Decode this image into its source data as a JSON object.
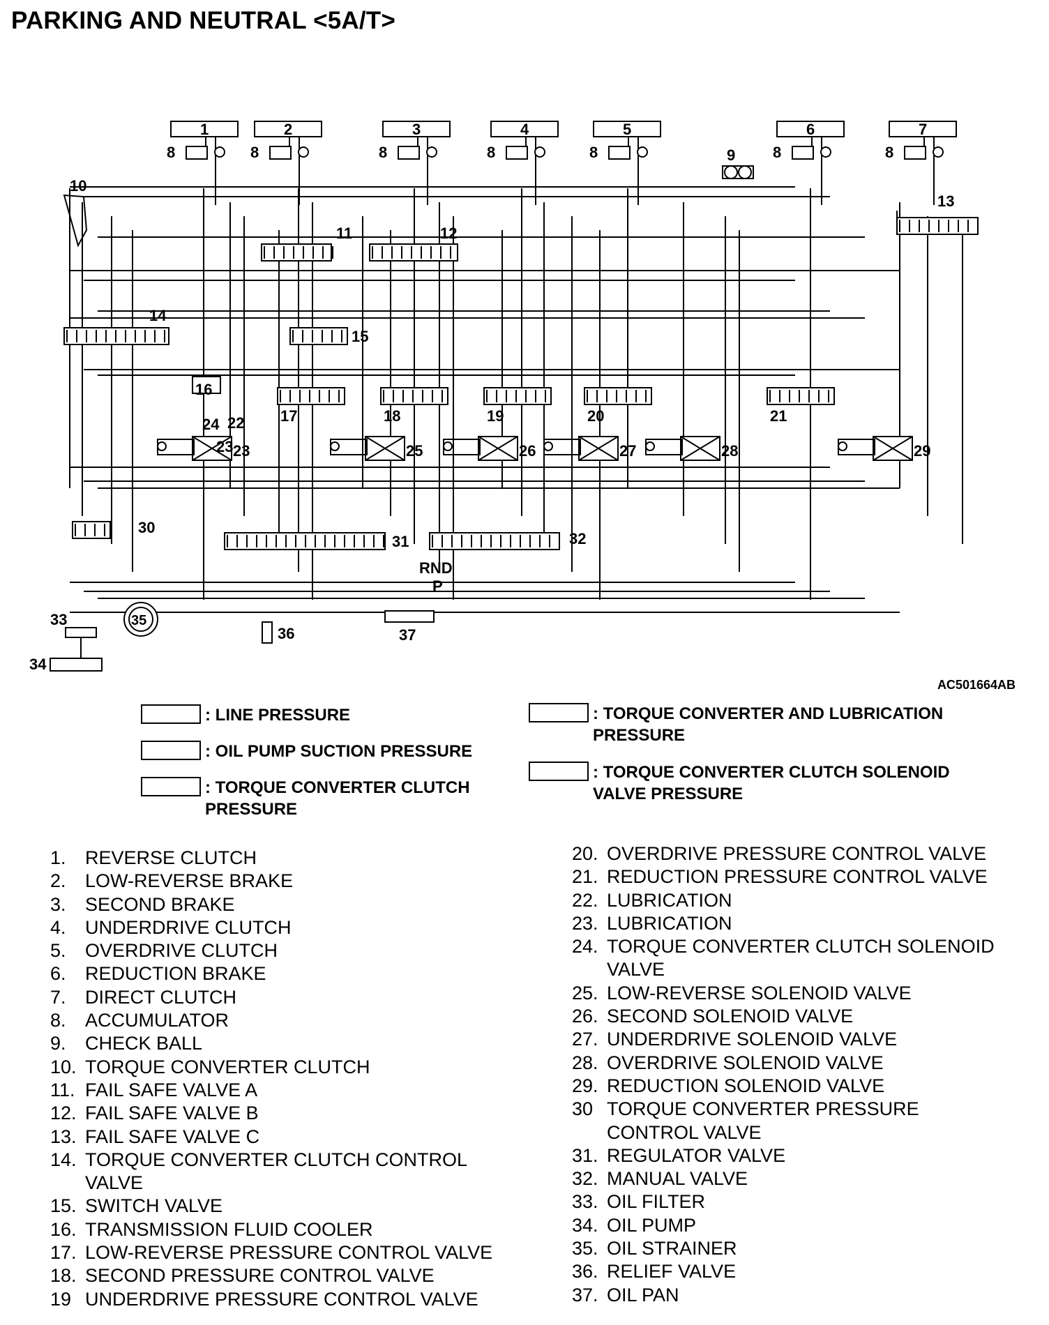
{
  "title": "PARKING AND NEUTRAL <5A/T>",
  "figure_code": "AC501664AB",
  "diagram": {
    "component_numbers": [
      "1",
      "2",
      "3",
      "4",
      "5",
      "6",
      "7",
      "8",
      "9",
      "10",
      "11",
      "12",
      "13",
      "14",
      "15",
      "16",
      "17",
      "18",
      "19",
      "20",
      "21",
      "22",
      "23",
      "24",
      "25",
      "26",
      "27",
      "28",
      "29",
      "30",
      "31",
      "32",
      "33",
      "34",
      "35",
      "36",
      "37"
    ],
    "accumulator_label": "8",
    "shift_positions": [
      "RND",
      "P"
    ]
  },
  "legend": [
    {
      "text": ": LINE PRESSURE"
    },
    {
      "text": ": OIL PUMP SUCTION PRESSURE"
    },
    {
      "text": ": TORQUE CONVERTER CLUTCH\nPRESSURE"
    },
    {
      "text": ": TORQUE CONVERTER AND LUBRICATION\nPRESSURE"
    },
    {
      "text": ": TORQUE CONVERTER CLUTCH SOLENOID\nVALVE PRESSURE"
    }
  ],
  "parts_left": [
    {
      "num": "1.",
      "label": "REVERSE CLUTCH"
    },
    {
      "num": "2.",
      "label": "LOW-REVERSE BRAKE"
    },
    {
      "num": "3.",
      "label": "SECOND BRAKE"
    },
    {
      "num": "4.",
      "label": "UNDERDRIVE CLUTCH"
    },
    {
      "num": "5.",
      "label": "OVERDRIVE CLUTCH"
    },
    {
      "num": "6.",
      "label": "REDUCTION BRAKE"
    },
    {
      "num": "7.",
      "label": "DIRECT CLUTCH"
    },
    {
      "num": "8.",
      "label": "ACCUMULATOR"
    },
    {
      "num": "9.",
      "label": "CHECK BALL"
    },
    {
      "num": "10.",
      "label": "TORQUE CONVERTER CLUTCH"
    },
    {
      "num": "11.",
      "label": "FAIL SAFE VALVE A"
    },
    {
      "num": "12.",
      "label": "FAIL SAFE VALVE B"
    },
    {
      "num": "13.",
      "label": "FAIL SAFE VALVE C"
    },
    {
      "num": "14.",
      "label": "TORQUE CONVERTER CLUTCH CONTROL\nVALVE"
    },
    {
      "num": "15.",
      "label": "SWITCH VALVE"
    },
    {
      "num": "16.",
      "label": "TRANSMISSION FLUID COOLER"
    },
    {
      "num": "17.",
      "label": "LOW-REVERSE PRESSURE CONTROL VALVE"
    },
    {
      "num": "18.",
      "label": "SECOND PRESSURE CONTROL VALVE"
    },
    {
      "num": "19",
      "label": "UNDERDRIVE PRESSURE CONTROL VALVE"
    }
  ],
  "parts_right": [
    {
      "num": "20.",
      "label": "OVERDRIVE PRESSURE CONTROL VALVE"
    },
    {
      "num": "21.",
      "label": "REDUCTION PRESSURE CONTROL VALVE"
    },
    {
      "num": "22.",
      "label": "LUBRICATION"
    },
    {
      "num": "23.",
      "label": "LUBRICATION"
    },
    {
      "num": "24.",
      "label": "TORQUE CONVERTER CLUTCH SOLENOID\nVALVE"
    },
    {
      "num": "25.",
      "label": "LOW-REVERSE SOLENOID VALVE"
    },
    {
      "num": "26.",
      "label": "SECOND SOLENOID VALVE"
    },
    {
      "num": "27.",
      "label": "UNDERDRIVE SOLENOID VALVE"
    },
    {
      "num": "28.",
      "label": "OVERDRIVE SOLENOID VALVE"
    },
    {
      "num": "29.",
      "label": "REDUCTION SOLENOID VALVE"
    },
    {
      "num": "30",
      "label": "TORQUE CONVERTER PRESSURE\nCONTROL VALVE"
    },
    {
      "num": "31.",
      "label": "REGULATOR VALVE"
    },
    {
      "num": "32.",
      "label": "MANUAL VALVE"
    },
    {
      "num": "33.",
      "label": "OIL FILTER"
    },
    {
      "num": "34.",
      "label": "OIL PUMP"
    },
    {
      "num": "35.",
      "label": "OIL STRAINER"
    },
    {
      "num": "36.",
      "label": "RELIEF VALVE"
    },
    {
      "num": "37.",
      "label": "OIL PAN"
    }
  ]
}
